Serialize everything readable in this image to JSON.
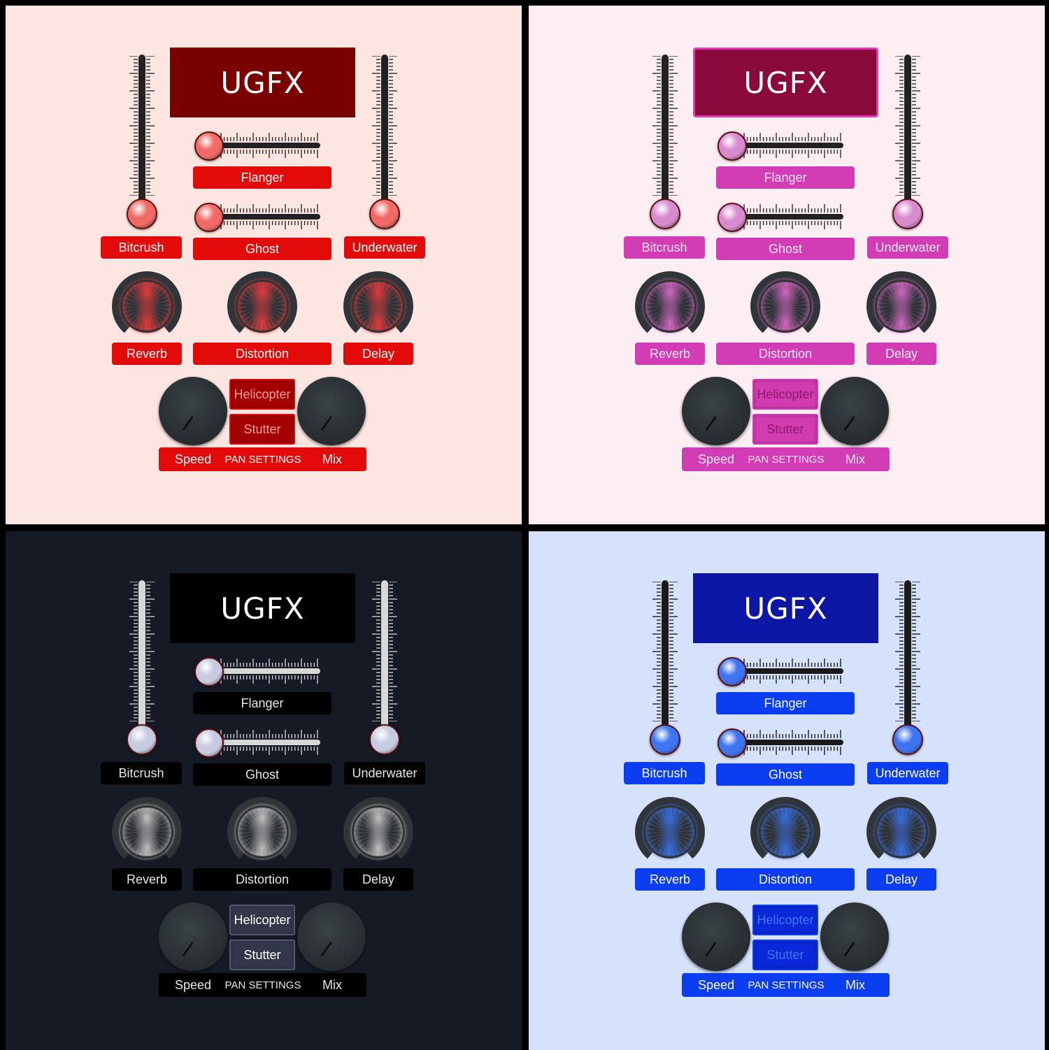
{
  "title": "UGFX",
  "sliders": [
    "Flanger",
    "Ghost"
  ],
  "verticals": [
    "Bitcrush",
    "Underwater"
  ],
  "knobs": [
    "Reverb",
    "Distortion",
    "Delay"
  ],
  "pan": {
    "buttons": [
      "Helicopter",
      "Stutter"
    ],
    "left_knob": "Speed",
    "right_knob": "Mix",
    "label": "PAN SETTINGS"
  },
  "themes": [
    {
      "name": "red",
      "bg": "#fde6e2",
      "title_bg": "#7a0000",
      "title_border": "#7a0000",
      "accent": "#e30a0a",
      "text": "#ffffff",
      "ball": "#f26a66",
      "knob_glow": "#ff3b3b",
      "btn_bg": "#a40000",
      "btn_text": "#ff9f9f",
      "ticks": "#2a2a2a",
      "track": "#222222"
    },
    {
      "name": "pink",
      "bg": "#fdeef4",
      "title_bg": "#8a0a3c",
      "title_border": "#e03ab4",
      "accent": "#d23cb4",
      "text": "#fbe7f6",
      "ball": "#d98bd0",
      "knob_glow": "#f070d8",
      "btn_bg": "#d13cb0",
      "btn_text": "#8c1a70",
      "ticks": "#2a2a2a",
      "track": "#222222"
    },
    {
      "name": "dark",
      "bg": "#151a24",
      "title_bg": "#000000",
      "title_border": "#000000",
      "accent": "#000000",
      "text": "#e6e6e6",
      "ball": "#c6cbe0",
      "knob_glow": "#d8d8d8",
      "btn_bg": "#33374a",
      "btn_text": "#ffffff",
      "ticks": "#d0d0d0",
      "track": "#d8d8d8"
    },
    {
      "name": "blue",
      "bg": "#d6e2fb",
      "title_bg": "#0d17a6",
      "title_border": "#0d17a6",
      "accent": "#0b3ef0",
      "text": "#ffffff",
      "ball": "#3d74f0",
      "knob_glow": "#3a78ff",
      "btn_bg": "#0b28d8",
      "btn_text": "#3f78ff",
      "ticks": "#1a1a1a",
      "track": "#1a1a1a"
    }
  ]
}
